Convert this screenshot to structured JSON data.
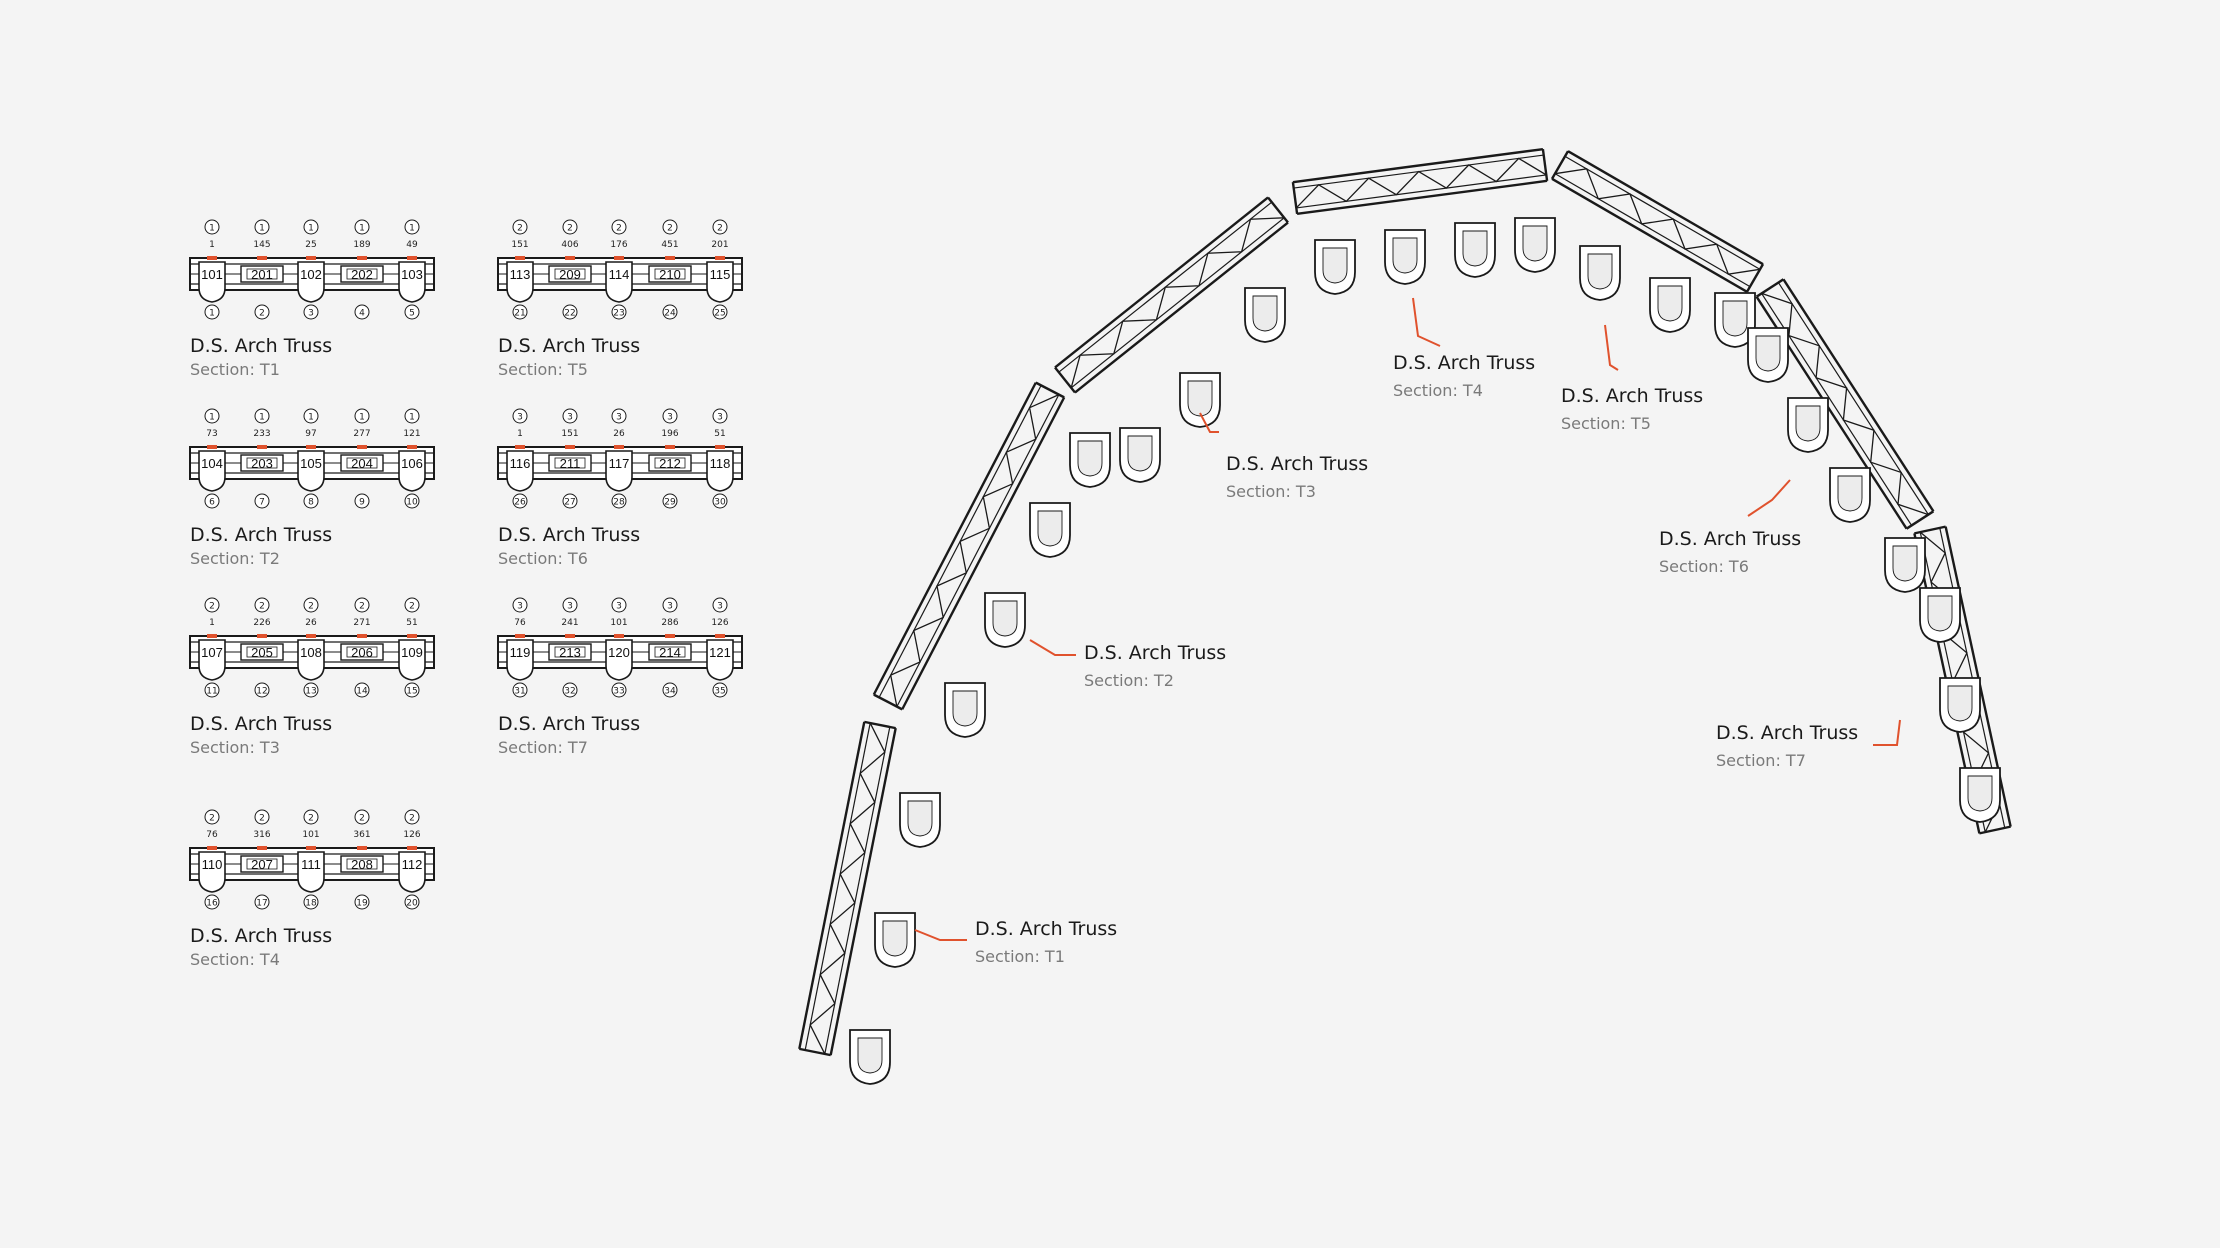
{
  "colors": {
    "background": "#f4f4f4",
    "line": "#1a1a1a",
    "accent": "#e0522d",
    "subtitle": "#7a7a7a"
  },
  "sections": [
    {
      "title": "D.S. Arch Truss",
      "subtitle": "Section: T1",
      "top_circles": [
        "1",
        "1",
        "1",
        "1",
        "1"
      ],
      "top_numbers": [
        "1",
        "145",
        "25",
        "189",
        "49"
      ],
      "fixtures": [
        "101",
        "201",
        "102",
        "202",
        "103"
      ],
      "bottom_circles": [
        "1",
        "2",
        "3",
        "4",
        "5"
      ]
    },
    {
      "title": "D.S. Arch Truss",
      "subtitle": "Section: T2",
      "top_circles": [
        "1",
        "1",
        "1",
        "1",
        "1"
      ],
      "top_numbers": [
        "73",
        "233",
        "97",
        "277",
        "121"
      ],
      "fixtures": [
        "104",
        "203",
        "105",
        "204",
        "106"
      ],
      "bottom_circles": [
        "6",
        "7",
        "8",
        "9",
        "10"
      ]
    },
    {
      "title": "D.S. Arch Truss",
      "subtitle": "Section: T3",
      "top_circles": [
        "2",
        "2",
        "2",
        "2",
        "2"
      ],
      "top_numbers": [
        "1",
        "226",
        "26",
        "271",
        "51"
      ],
      "fixtures": [
        "107",
        "205",
        "108",
        "206",
        "109"
      ],
      "bottom_circles": [
        "11",
        "12",
        "13",
        "14",
        "15"
      ]
    },
    {
      "title": "D.S. Arch Truss",
      "subtitle": "Section: T4",
      "top_circles": [
        "2",
        "2",
        "2",
        "2",
        "2"
      ],
      "top_numbers": [
        "76",
        "316",
        "101",
        "361",
        "126"
      ],
      "fixtures": [
        "110",
        "207",
        "111",
        "208",
        "112"
      ],
      "bottom_circles": [
        "16",
        "17",
        "18",
        "19",
        "20"
      ]
    },
    {
      "title": "D.S. Arch Truss",
      "subtitle": "Section: T5",
      "top_circles": [
        "2",
        "2",
        "2",
        "2",
        "2"
      ],
      "top_numbers": [
        "151",
        "406",
        "176",
        "451",
        "201"
      ],
      "fixtures": [
        "113",
        "209",
        "114",
        "210",
        "115"
      ],
      "bottom_circles": [
        "21",
        "22",
        "23",
        "24",
        "25"
      ]
    },
    {
      "title": "D.S. Arch Truss",
      "subtitle": "Section: T6",
      "top_circles": [
        "3",
        "3",
        "3",
        "3",
        "3"
      ],
      "top_numbers": [
        "1",
        "151",
        "26",
        "196",
        "51"
      ],
      "fixtures": [
        "116",
        "211",
        "117",
        "212",
        "118"
      ],
      "bottom_circles": [
        "26",
        "27",
        "28",
        "29",
        "30"
      ]
    },
    {
      "title": "D.S. Arch Truss",
      "subtitle": "Section: T7",
      "top_circles": [
        "3",
        "3",
        "3",
        "3",
        "3"
      ],
      "top_numbers": [
        "76",
        "241",
        "101",
        "286",
        "126"
      ],
      "fixtures": [
        "119",
        "213",
        "120",
        "214",
        "121"
      ],
      "bottom_circles": [
        "31",
        "32",
        "33",
        "34",
        "35"
      ]
    }
  ],
  "callouts": [
    {
      "title": "D.S. Arch Truss",
      "subtitle": "Section: T1"
    },
    {
      "title": "D.S. Arch Truss",
      "subtitle": "Section: T2"
    },
    {
      "title": "D.S. Arch Truss",
      "subtitle": "Section: T3"
    },
    {
      "title": "D.S. Arch Truss",
      "subtitle": "Section: T4"
    },
    {
      "title": "D.S. Arch Truss",
      "subtitle": "Section: T5"
    },
    {
      "title": "D.S. Arch Truss",
      "subtitle": "Section: T6"
    },
    {
      "title": "D.S. Arch Truss",
      "subtitle": "Section: T7"
    }
  ]
}
